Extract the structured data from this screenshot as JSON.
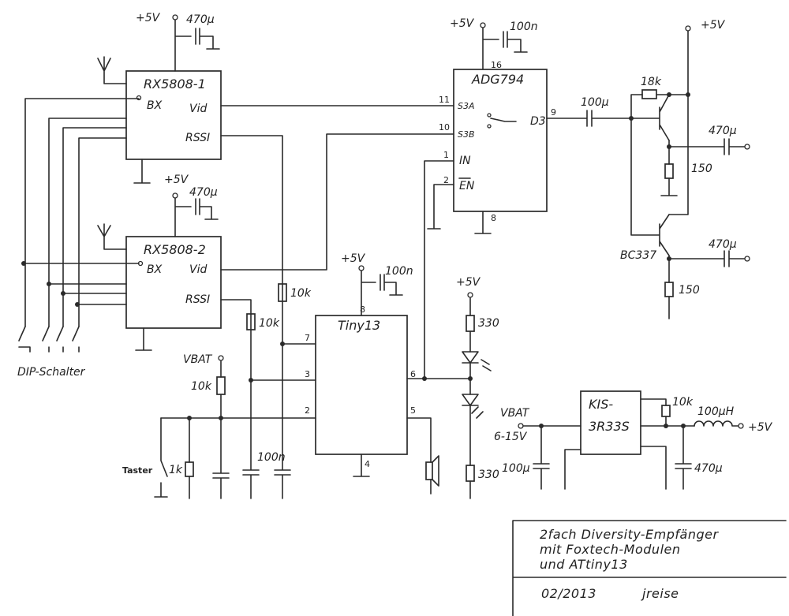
{
  "labels": {
    "vcc": "+5V",
    "vbat": "VBAT",
    "cap_470u": "470µ",
    "cap_100n": "100n",
    "cap_100u": "100µ",
    "res_10k": "10k",
    "res_1k": "1k",
    "res_18k": "18k",
    "res_150": "150",
    "res_330": "330",
    "inductor": "100µH",
    "vrange": "6-15V",
    "dip": "DIP-Schalter",
    "button": "Taster",
    "transistor": "BC337",
    "pin_bx": "BX",
    "pin_vid": "Vid",
    "pin_rssi": "RSSI"
  },
  "components": {
    "rx1": "RX5808-1",
    "rx2": "RX5808-2",
    "mux": "ADG794",
    "mcu": "Tiny13",
    "reg_a": "KIS-",
    "reg_b": "3R33S"
  },
  "mux_pins": {
    "s3a": "S3A",
    "s3b": "S3B",
    "in": "IN",
    "en": "EN",
    "d3": "D3",
    "n11": "11",
    "n10": "10",
    "n1": "1",
    "n2": "2",
    "n9": "9",
    "n16": "16",
    "n8": "8"
  },
  "mcu_pins": {
    "n8": "8",
    "n7": "7",
    "n3": "3",
    "n2": "2",
    "n6": "6",
    "n5": "5",
    "n4": "4"
  },
  "title_block": {
    "line1": "2fach Diversity-Empfänger",
    "line2": "mit Foxtech-Modulen",
    "line3": "und ATtiny13",
    "date": "02/2013",
    "author": "jreise"
  }
}
